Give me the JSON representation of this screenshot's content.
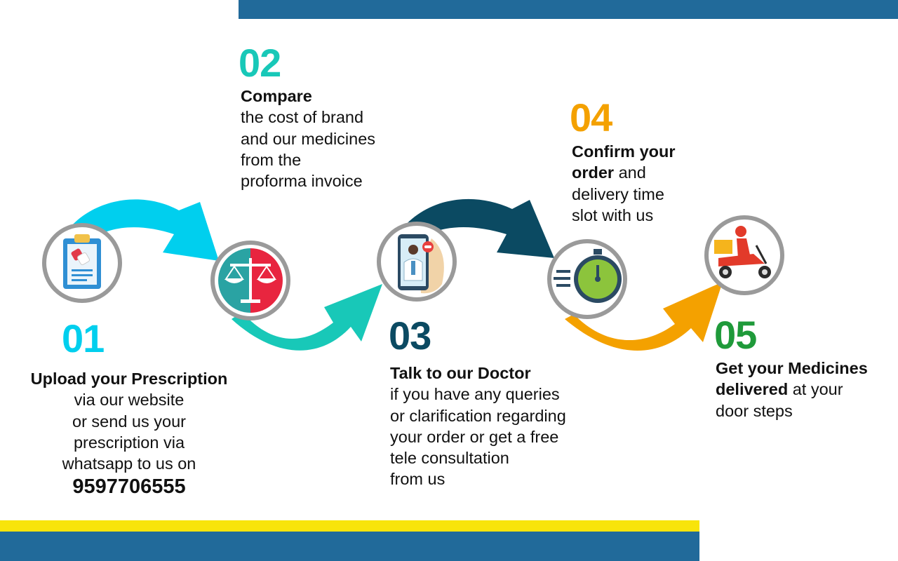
{
  "colors": {
    "top_bar": "#216a9a",
    "yellow_bar": "#f8e40b",
    "bottom_bar": "#216a9a",
    "step1": "#00cfee",
    "step2": "#18c8b8",
    "step3": "#0b4a62",
    "step4": "#f4a100",
    "step5": "#1f9a3a",
    "circle_border": "#9a9a9a"
  },
  "steps": [
    {
      "number": "01",
      "icon": "prescription-clipboard-icon",
      "title": "Upload your Prescription",
      "lines": [
        "via our website",
        "or send us your",
        "prescription via",
        "whatsapp to us on"
      ],
      "phone": "9597706555"
    },
    {
      "number": "02",
      "icon": "balance-scale-icon",
      "title": "Compare",
      "lines": [
        "the cost of brand",
        "and our medicines",
        "from the",
        "proforma invoice"
      ]
    },
    {
      "number": "03",
      "icon": "doctor-phone-icon",
      "title": "Talk to our Doctor",
      "lines": [
        "if you have any queries",
        "or clarification regarding",
        "your order or get a free",
        "tele consultation",
        "from us"
      ]
    },
    {
      "number": "04",
      "icon": "stopwatch-icon",
      "title_bold_1": "Confirm your",
      "title_bold_2": "order",
      "title_rest": " and",
      "lines": [
        "delivery time",
        "slot with us"
      ]
    },
    {
      "number": "05",
      "icon": "delivery-scooter-icon",
      "title": "Get your Medicines",
      "title_bold_2": "delivered",
      "title_rest": " at your",
      "lines": [
        "door steps"
      ]
    }
  ]
}
